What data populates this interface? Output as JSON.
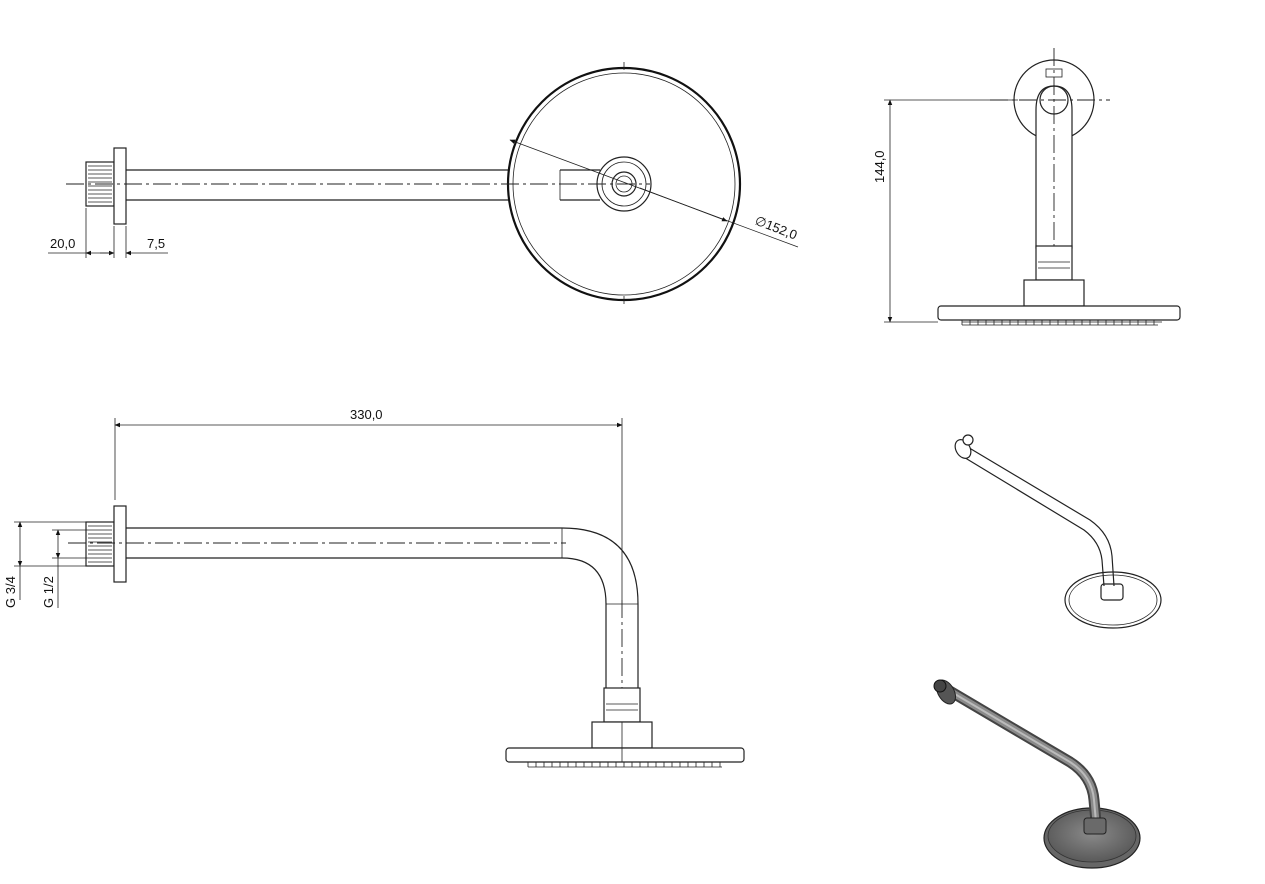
{
  "drawing": {
    "dimensions": {
      "flange_thread_length": "20,0",
      "flange_thickness": "7,5",
      "head_diameter": "∅152,0",
      "overall_height": "144,0",
      "arm_length": "330,0",
      "outer_thread": "G 3/4",
      "inner_thread": "G 1/2"
    }
  }
}
